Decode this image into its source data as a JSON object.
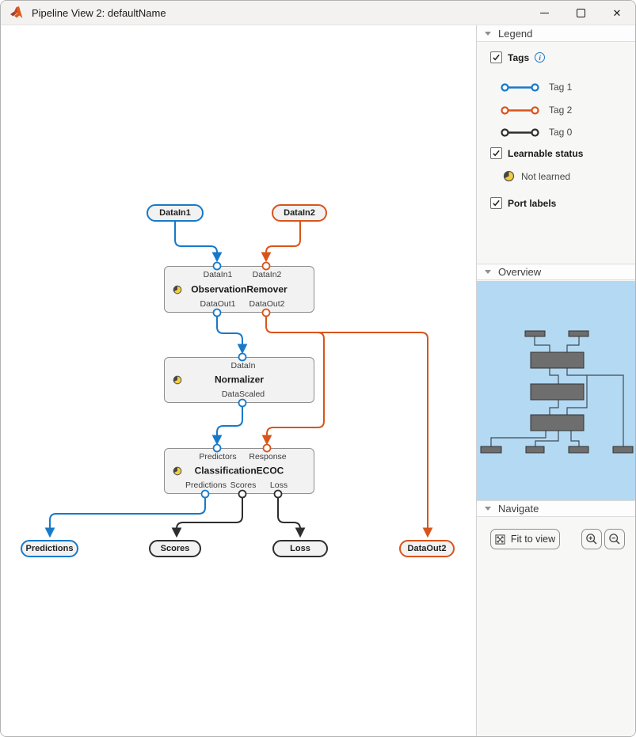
{
  "window": {
    "title": "Pipeline View 2: defaultName"
  },
  "titlebar_icons": {
    "close": "✕"
  },
  "pipeline": {
    "inputs": [
      {
        "label": "DataIn1"
      },
      {
        "label": "DataIn2"
      }
    ],
    "blocks": [
      {
        "name": "ObservationRemover",
        "top_ports": [
          "DataIn1",
          "DataIn2"
        ],
        "bottom_ports": [
          "DataOut1",
          "DataOut2"
        ]
      },
      {
        "name": "Normalizer",
        "top_ports": [
          "DataIn"
        ],
        "bottom_ports": [
          "DataScaled"
        ]
      },
      {
        "name": "ClassificationECOC",
        "top_ports": [
          "Predictors",
          "Response"
        ],
        "bottom_ports": [
          "Predictions",
          "Scores",
          "Loss"
        ]
      }
    ],
    "outputs": [
      {
        "label": "Predictions"
      },
      {
        "label": "Scores"
      },
      {
        "label": "Loss"
      },
      {
        "label": "DataOut2"
      }
    ]
  },
  "sidebar": {
    "legend": {
      "title": "Legend",
      "tags_checkbox": "Tags",
      "tags": [
        {
          "label": "Tag 1",
          "color": "#1779c9"
        },
        {
          "label": "Tag 2",
          "color": "#d9541a"
        },
        {
          "label": "Tag 0",
          "color": "#2e2e2e"
        }
      ],
      "learnable_checkbox": "Learnable status",
      "not_learned": "Not learned",
      "port_labels_checkbox": "Port labels"
    },
    "overview": {
      "title": "Overview"
    },
    "navigate": {
      "title": "Navigate",
      "fit_to_view": "Fit to view"
    }
  },
  "colors": {
    "tag1_blue": "#1779c9",
    "tag2_orange": "#d9541a",
    "tag0_black": "#2e2e2e",
    "overview_bg": "#b4d9f3",
    "not_learned_yellow": "#f5ce3e"
  }
}
